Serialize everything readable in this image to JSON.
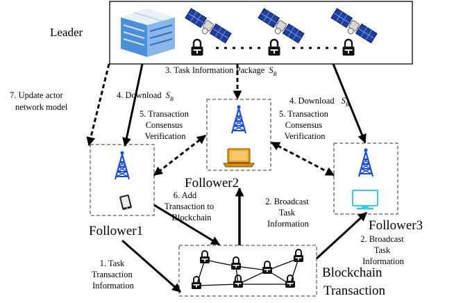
{
  "leader": {
    "label": "Leader"
  },
  "followers": {
    "f1": "Follower1",
    "f2": "Follower2",
    "f3": "Follower3"
  },
  "blockchain": {
    "line1": "Blockchain",
    "line2": "Transaction"
  },
  "edges": {
    "update_actor": [
      "7. Update actor",
      "network model"
    ],
    "download_left": {
      "text": "4. Download",
      "sym": "S",
      "sub": "B"
    },
    "download_right": {
      "text": "4. Download",
      "sym": "S",
      "sub": "B"
    },
    "task_package": {
      "text": "3. Task Information Package",
      "sym": "S",
      "sub": "B"
    },
    "consensus_left": [
      "5. Transaction",
      "Consensus",
      "Verification"
    ],
    "consensus_right": [
      "5. Transaction",
      "Consensus",
      "Verification"
    ],
    "add_transaction": [
      "6. Add",
      "Transaction to",
      "Blockchain"
    ],
    "broadcast_mid": [
      "2. Broadcast",
      "Task",
      "Information"
    ],
    "broadcast_right": [
      "2. Broadcast",
      "Task",
      "Information"
    ],
    "task_transaction": [
      "1. Task",
      "Transaction",
      "Information"
    ]
  },
  "colors": {
    "tower": "#1a4fd6",
    "laptop": "#e8a020",
    "monitor": "#3fc6ee",
    "server": "#4a8fd8",
    "solar_panel": "#1f3f9e",
    "lock": "#111111"
  },
  "icons": [
    "server-rack-icon",
    "satellite-icon",
    "lock-icon",
    "tower-icon",
    "laptop-icon",
    "monitor-icon",
    "tablet-icon"
  ]
}
